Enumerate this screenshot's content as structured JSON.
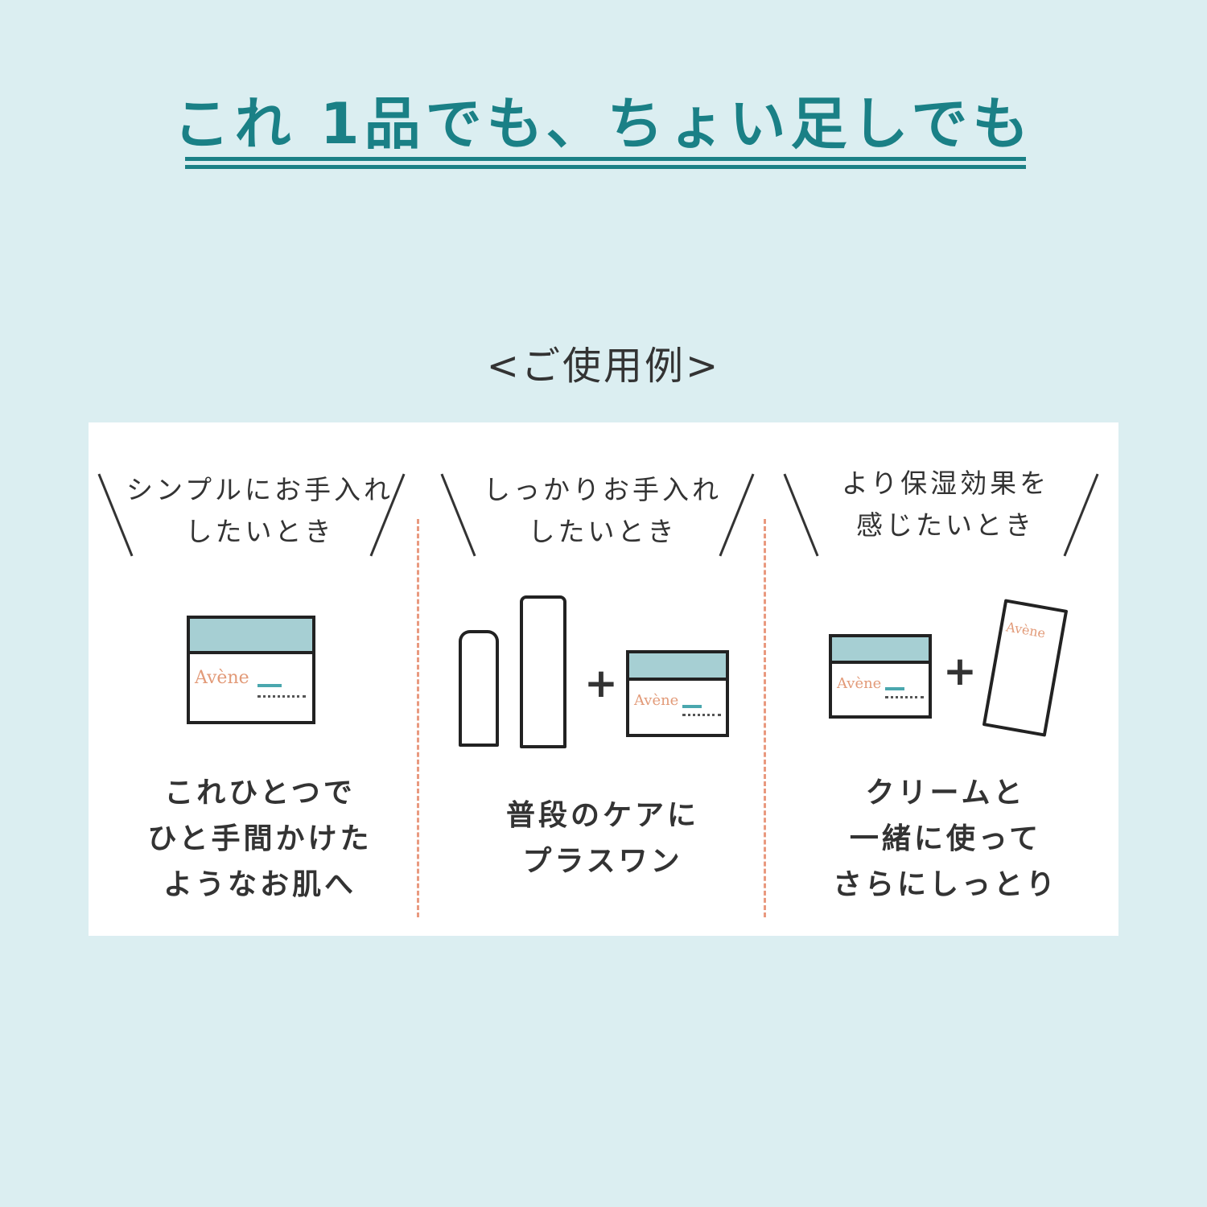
{
  "title": "これ 1品でも、ちょい足しでも",
  "subtitle": "<ご使用例>",
  "brand": "Avène",
  "colors": {
    "background": "#dbeef1",
    "accent": "#1a8086",
    "divider": "#e9997f"
  },
  "columns": [
    {
      "head": [
        "シンプルにお手入れ",
        "したいとき"
      ],
      "body": [
        "これひとつで",
        "ひと手間かけた",
        "ようなお肌へ"
      ]
    },
    {
      "head": [
        "しっかりお手入れ",
        "したいとき"
      ],
      "body": [
        "普段のケアに",
        "プラスワン"
      ]
    },
    {
      "head": [
        "より保湿効果を",
        "感じたいとき"
      ],
      "body": [
        "クリームと",
        "一緒に使って",
        "さらにしっとり"
      ]
    }
  ],
  "plus": "+"
}
